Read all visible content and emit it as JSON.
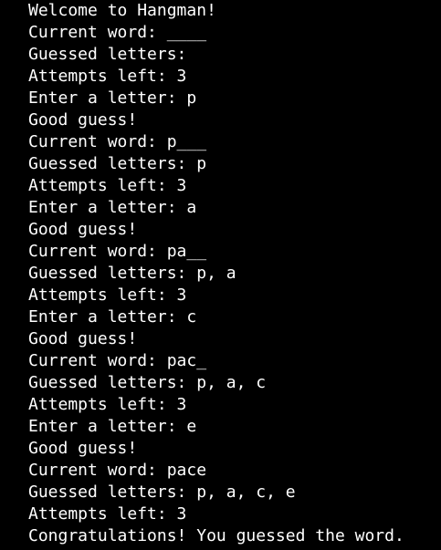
{
  "terminal": {
    "lines": [
      "Welcome to Hangman!",
      "Current word: ____",
      "Guessed letters:",
      "Attempts left: 3",
      "Enter a letter: p",
      "Good guess!",
      "Current word: p___",
      "Guessed letters: p",
      "Attempts left: 3",
      "Enter a letter: a",
      "Good guess!",
      "Current word: pa__",
      "Guessed letters: p, a",
      "Attempts left: 3",
      "Enter a letter: c",
      "Good guess!",
      "Current word: pac_",
      "Guessed letters: p, a, c",
      "Attempts left: 3",
      "Enter a letter: e",
      "Good guess!",
      "Current word: pace",
      "Guessed letters: p, a, c, e",
      "Attempts left: 3",
      "Congratulations! You guessed the word."
    ],
    "colors": {
      "background": "#000000",
      "foreground": "#ffffff"
    }
  }
}
